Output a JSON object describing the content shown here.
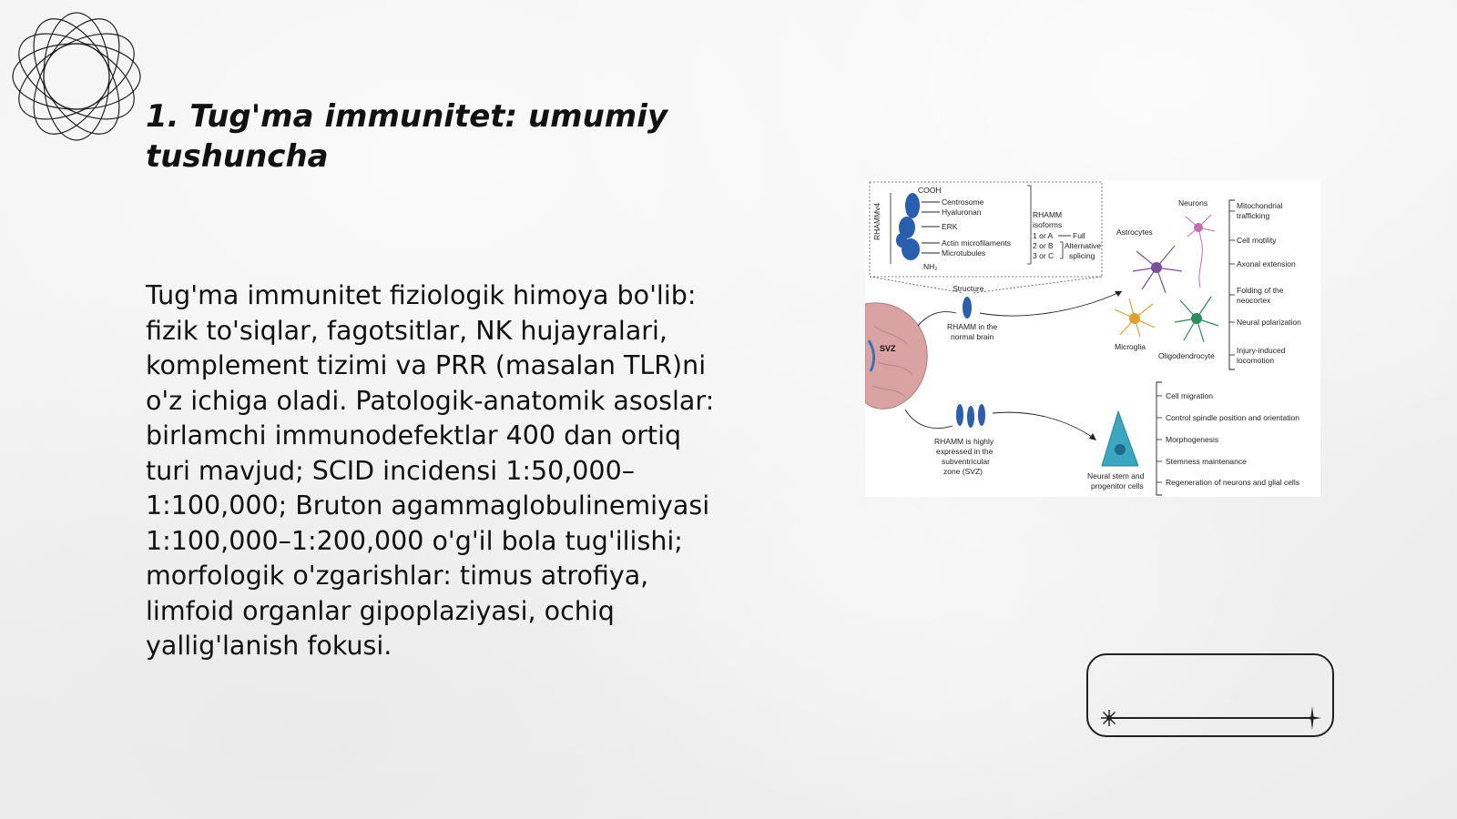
{
  "slide": {
    "title_line1": "1. Tug'ma immunitet: umumiy",
    "title_line2": "tushuncha",
    "body_lines": [
      "Tug'ma immunitet fiziologik himoya bo'lib:",
      "fizik to'siqlar, fagotsitlar, NK hujayralari,",
      "komplement tizimi va PRR (masalan TLR)ni",
      "o'z ichiga oladi. Patologik-anatomik asoslar:",
      "birlamchi immunodefektlar 400 dan ortiq",
      "turi mavjud; SCID incidensi 1:50,000–",
      "1:100,000; Bruton agammaglobulinemiyasi",
      "1:100,000–1:200,000 o'g'il bola tug'ilishi;",
      "morfologik o'zgarishlar: timus atrofiya,",
      "limfoid organlar gipoplaziyasi, ochiq",
      "yallig'lanish fokusi."
    ]
  },
  "figure": {
    "rhamm_v4": "RHAMMv4",
    "cooh": "COOH",
    "nh2": "NH₂",
    "binding": [
      "Centrosome",
      "Hyaluronan",
      "ERK",
      "Actin microfilaments",
      "Microtubules"
    ],
    "isoforms_title1": "RHAMM",
    "isoforms_title2": "isoforms",
    "isoform_rows": [
      "1 or A",
      "2 or B",
      "3 or C"
    ],
    "isoform_full": "Full",
    "isoform_alt1": "Alternative",
    "isoform_alt2": "splicing",
    "structure": "Structure",
    "svz": "SVZ",
    "normal_brain1": "RHAMM in the",
    "normal_brain2": "normal brain",
    "svz_label1": "RHAMM is highly",
    "svz_label2": "expressed in the",
    "svz_label3": "subventricular",
    "svz_label4": "zone (SVZ)",
    "cells": {
      "neurons": "Neurons",
      "astrocytes": "Astrocytes",
      "microglia": "Microglia",
      "oligodendrocyte": "Oligodendrocyte",
      "stem1": "Neural stem and",
      "stem2": "progenitor cells"
    },
    "functions_top": [
      [
        "Mitochondrial",
        "trafficking"
      ],
      [
        "Cell motility"
      ],
      [
        "Axonal extension"
      ],
      [
        "Folding of the",
        "neocortex"
      ],
      [
        "Neural polarization"
      ],
      [
        "Injury-induced",
        "locomotion"
      ]
    ],
    "functions_bottom": [
      "Cell migration",
      "Control spindle position and orientation",
      "Morphogenesis",
      "Stemness maintenance",
      "Regeneration of neurons and glial cells"
    ],
    "colors": {
      "rhamm_blue": "#2a5fb0",
      "neuron_pink": "#c070b0",
      "astrocyte_purple": "#7a4fa0",
      "microglia_orange": "#e0a030",
      "oligo_green": "#2f8a5a",
      "stem_teal": "#3aa6c0",
      "brain_pink": "#d9a3a3"
    }
  }
}
